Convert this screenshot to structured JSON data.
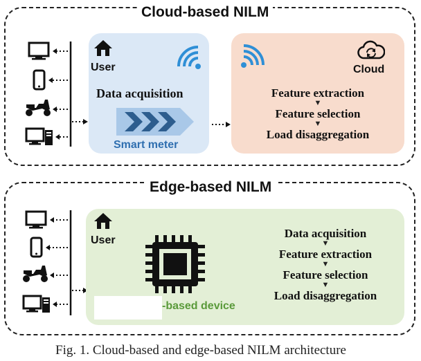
{
  "cloud_section": {
    "title": "Cloud-based NILM",
    "user_label": "User",
    "data_acquisition": "Data acquisition",
    "smart_meter": "Smart meter",
    "cloud_label": "Cloud",
    "steps": [
      "Feature extraction",
      "Feature selection",
      "Load disaggregation"
    ]
  },
  "edge_section": {
    "title": "Edge-based NILM",
    "user_label": "User",
    "device_label": "-based device",
    "steps": [
      "Data acquisition",
      "Feature extraction",
      "Feature selection",
      "Load disaggregation"
    ]
  },
  "appliances": [
    "monitor-icon",
    "phone-icon",
    "scooter-icon",
    "desktop-computer-icon"
  ],
  "colors": {
    "cloud_user_panel": "#dbe8f6",
    "cloud_panel": "#f8dccd",
    "edge_panel": "#e3efd6",
    "wifi_blue": "#2f8fd6",
    "chevron_blue": "#2d5d8e",
    "smart_meter_text": "#2f6fb0",
    "edge_green": "#5a9a3a"
  },
  "caption": "Fig. 1.  Cloud-based and edge-based NILM architecture"
}
